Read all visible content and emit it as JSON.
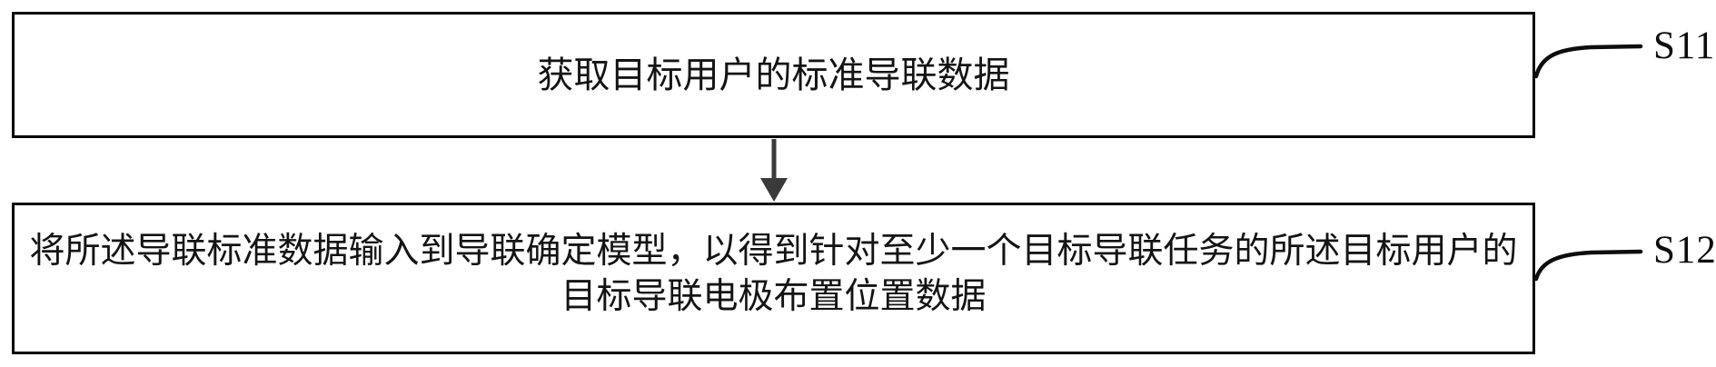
{
  "figure": {
    "background_color": "#ffffff",
    "box_border_color": "#000000",
    "arrow_color": "#3a3a3a",
    "leader_line_color": "#0d0d0d",
    "text_color": "#141414"
  },
  "steps": [
    {
      "label": "S11",
      "lines": [
        "获取目标用户的标准导联数据"
      ]
    },
    {
      "label": "S12",
      "lines": [
        "将所述导联标准数据输入到导联确定模型，以得到针对至少一个目标导联任务的所述目标用户的",
        "目标导联电极布置位置数据"
      ]
    }
  ]
}
